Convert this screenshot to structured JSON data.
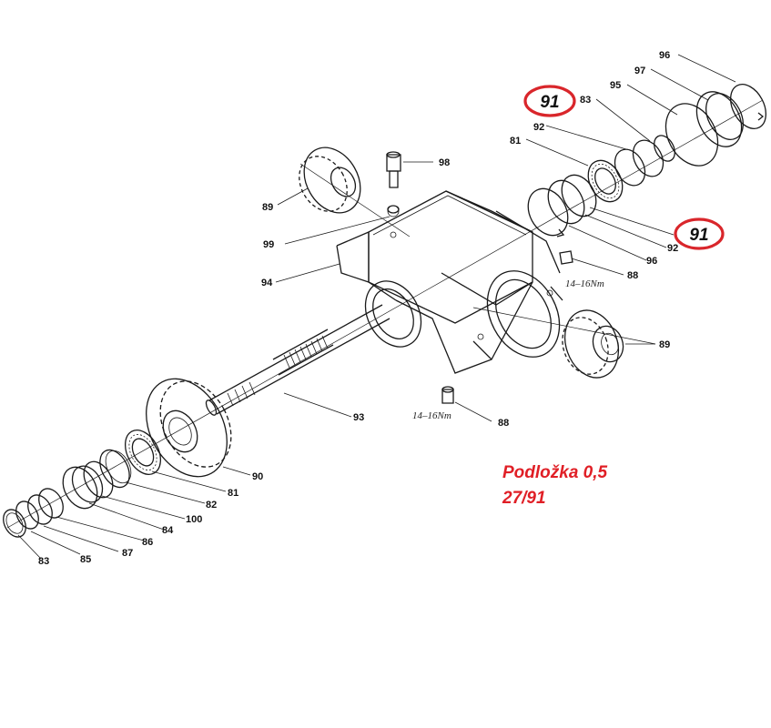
{
  "part_labels": {
    "p96a": "96",
    "p97": "97",
    "p95": "95",
    "p83a": "83",
    "p92a": "92",
    "p81a": "81",
    "p98": "98",
    "p89a": "89",
    "p99": "99",
    "p94": "94",
    "p92b": "92",
    "p96b": "96",
    "p88a": "88",
    "p89b": "89",
    "p93": "93",
    "p88b": "88",
    "p90": "90",
    "p81b": "81",
    "p82": "82",
    "p100": "100",
    "p84": "84",
    "p86": "86",
    "p87": "87",
    "p85": "85",
    "p83b": "83"
  },
  "torque_labels": {
    "upper": "14–16Nm",
    "lower": "14–16Nm"
  },
  "highlighted_parts": [
    "91",
    "91"
  ],
  "highlight_color": "#d9262b",
  "note": {
    "line1": "Podložka 0,5",
    "line2": "27/91",
    "color": "#e01f26"
  }
}
